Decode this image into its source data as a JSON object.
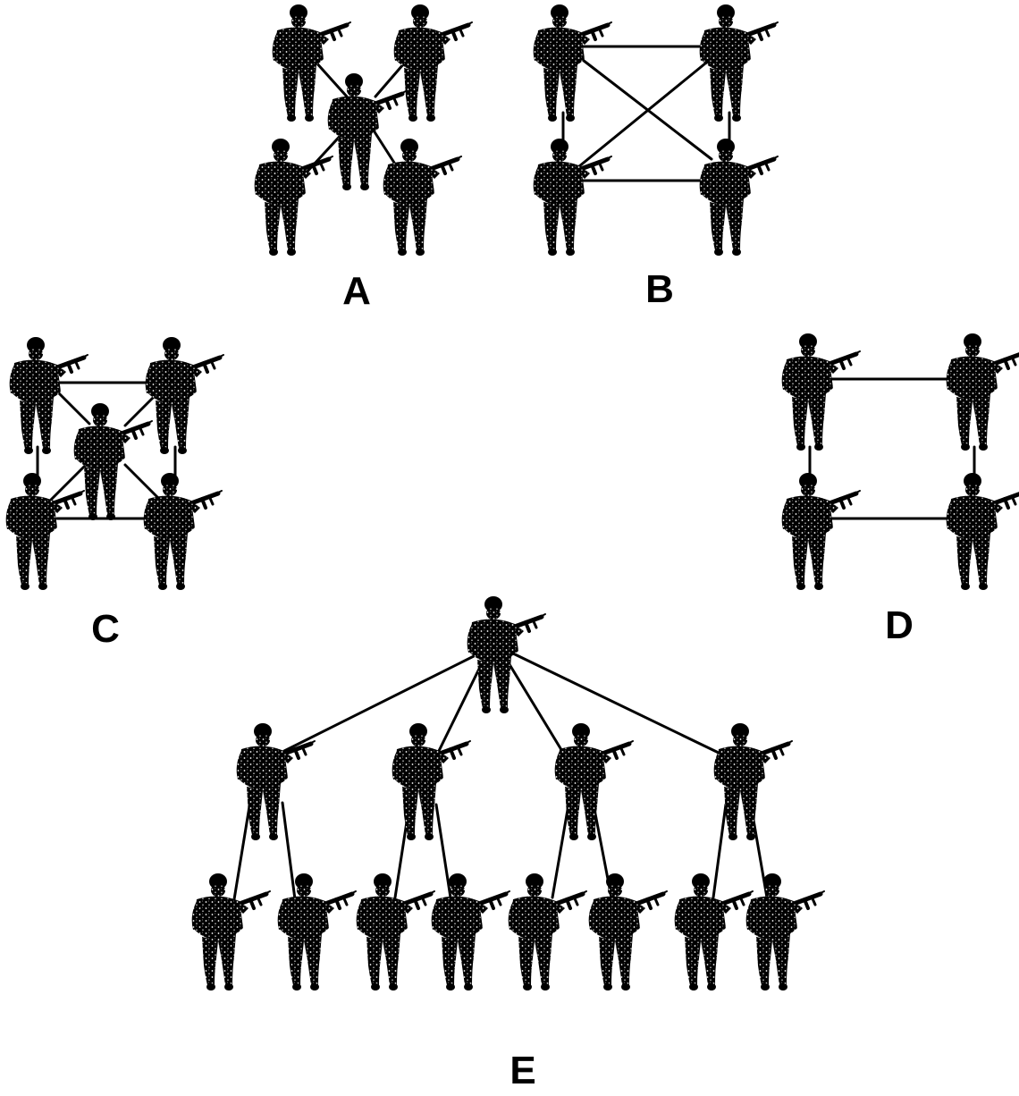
{
  "diagram": {
    "labels": {
      "A": "A",
      "B": "B",
      "C": "C",
      "D": "D",
      "E": "E"
    },
    "colors": {
      "ink": "#000000",
      "speckle": "#ffffff",
      "background": "#ffffff"
    },
    "figure_icon": "soldier-with-rifle-icon"
  }
}
